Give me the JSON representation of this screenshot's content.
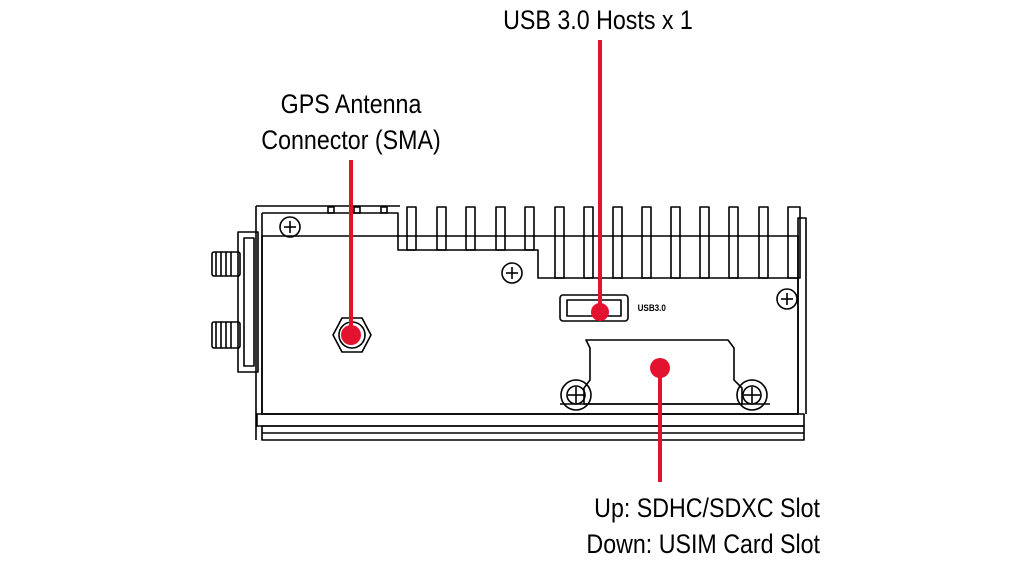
{
  "callouts": {
    "usb": "USB 3.0 Hosts x 1",
    "gps_line1": "GPS Antenna",
    "gps_line2": "Connector (SMA)",
    "sd_line1": "Up: SDHC/SDXC Slot",
    "sd_line2": "Down: USIM Card Slot"
  },
  "device": {
    "usb_port_label": "USB3.0"
  },
  "colors": {
    "callout_line": "#e3122e",
    "outline": "#000000",
    "background": "#ffffff"
  }
}
